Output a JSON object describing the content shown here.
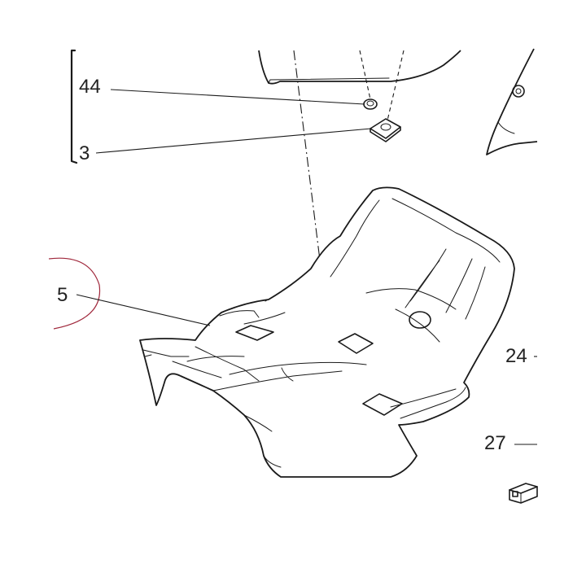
{
  "callouts": {
    "c44": "44",
    "c3": "3",
    "c5": "5",
    "c24": "24",
    "c27": "27"
  },
  "colors": {
    "line": "#1a1a1a",
    "highlight_ring": "#a0283c",
    "background": "#ffffff"
  }
}
